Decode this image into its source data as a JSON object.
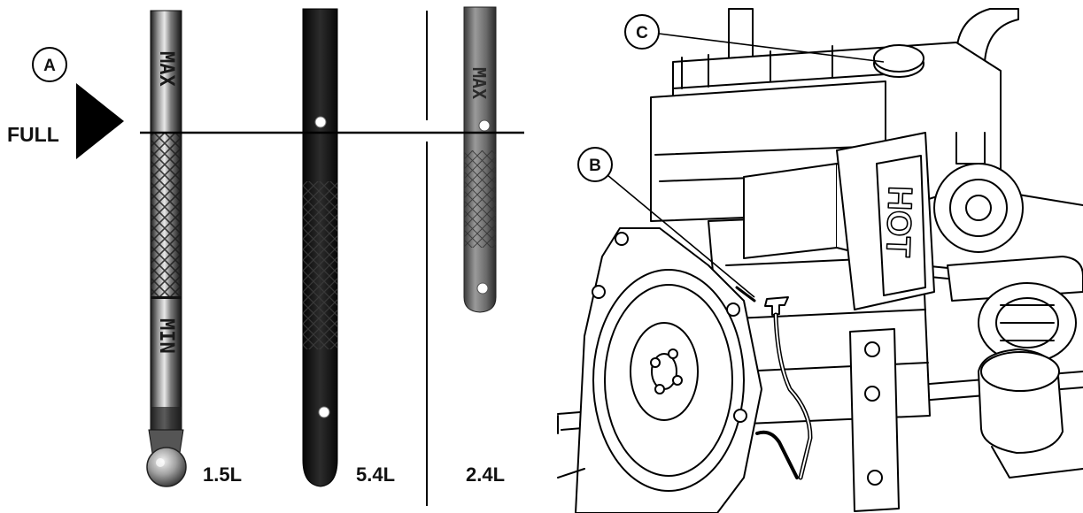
{
  "full_label": "FULL",
  "callouts": {
    "a": "A",
    "b": "B",
    "c": "C"
  },
  "dipsticks": {
    "d1": {
      "size_label": "1.5L",
      "stamp_max": "MAX",
      "stamp_min": "MIN"
    },
    "d2": {
      "size_label": "5.4L"
    },
    "d3": {
      "size_label": "2.4L",
      "stamp_max": "MAX"
    }
  },
  "engine": {
    "hot_label": "HOT"
  },
  "colors": {
    "line": "#000000",
    "metal_dark": "#2a2a2a",
    "metal_light": "#bdbdbd",
    "black_strip": "#151515",
    "grey_strip": "#6a6a6a"
  }
}
